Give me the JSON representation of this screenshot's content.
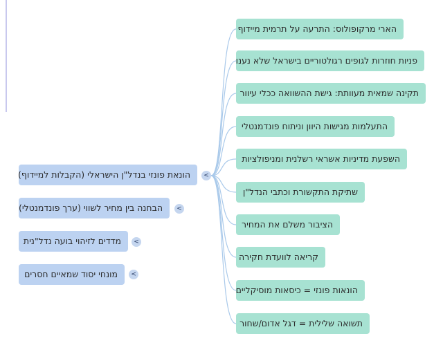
{
  "colors": {
    "left_node_fill": "#bcd2f1",
    "right_node_fill": "#a7e2d2",
    "edge": "#a9c9ea",
    "toggle_fill": "#c5d6ef"
  },
  "toggle_icon": "collapse-chevron-icon",
  "left_nodes": [
    {
      "label": "הונאת פונזי בנדל\"ן הישראלי (הקבלות למיידוף)",
      "toggle": "<",
      "active": true
    },
    {
      "label": "הבחנה בין מחיר לשווי (ערך פונדמנטלי)",
      "toggle": "<"
    },
    {
      "label": "מדדים לזיהוי בועה נדל\"נית",
      "toggle": "<"
    },
    {
      "label": "מונחי יסוד שמאיים חסרים",
      "toggle": "<"
    }
  ],
  "right_nodes": [
    {
      "label": "הארי מרקופולוס: התרעה על תרמית מיידוף"
    },
    {
      "label": "פניות חוזרות לגופים רגולטוריים בישראל שלא נענו"
    },
    {
      "label": "תקינה שמאית מעוותת: גישת ההשוואה ככלי עיוור"
    },
    {
      "label": "התעלמות מגישות היוון וניתוח פונדמנטלי"
    },
    {
      "label": "השפעת מדיניות אשראי רשלנית ומניפולציות"
    },
    {
      "label": "שתיקת התקשורת וכתבי הנדל\"ן"
    },
    {
      "label": "הציבור משלם את המחיר"
    },
    {
      "label": "קריאה לוועדת חקירה"
    },
    {
      "label": "הונאות פונזי = כיסאות מוסיקליים"
    },
    {
      "label": "תשואה שלילית = דגל אדום/שחור"
    }
  ]
}
